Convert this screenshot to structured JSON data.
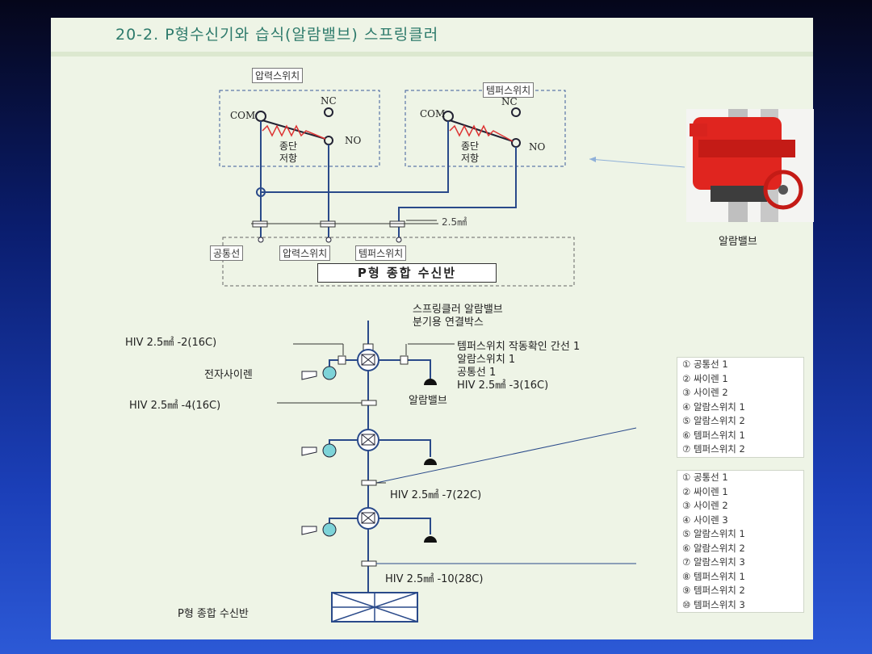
{
  "title": "20-2. P형수신기와   습식(알람밸브) 스프링클러",
  "top_diagram": {
    "pressure_switch_label": "압력스위치",
    "tamper_switch_label": "템퍼스위치",
    "com": "COM",
    "nc": "NC",
    "no": "NO",
    "end_resistor": [
      "종단",
      "저항"
    ],
    "wire_size": "2.5㎟",
    "terminals": [
      "공통선",
      "압력스위치",
      "템퍼스위치"
    ],
    "panel": "P형 종합 수신반",
    "photo_caption": "알람밸브"
  },
  "riser": {
    "junction_box": [
      "스프링클러 알람밸브",
      "분기용 연결박스"
    ],
    "cable_1": "HIV 2.5㎟ -2(16C)",
    "siren": "전자사이렌",
    "tamper_note": [
      "템퍼스위치 작동확인 간선 1",
      "알람스위치 1",
      "공통선 1"
    ],
    "cable_2": "HIV 2.5㎟ -3(16C)",
    "alarm_valve": "알람밸브",
    "cable_3": "HIV 2.5㎟ -4(16C)",
    "cable_4": "HIV 2.5㎟ -7(22C)",
    "cable_5": "HIV 2.5㎟ -10(28C)",
    "bottom_panel": "P형 종합 수신반"
  },
  "legend_1": [
    "① 공통선 1",
    "② 싸이렌 1",
    "③ 사이렌 2",
    "④ 알람스위치 1",
    "⑤ 알람스위치 2",
    "⑥ 템퍼스위치 1",
    "⑦ 템퍼스위치 2"
  ],
  "legend_2": [
    "① 공통선 1",
    "② 싸이렌 1",
    "③ 사이렌 2",
    "④ 사이렌 3",
    "⑤ 알람스위치 1",
    "⑥ 알람스위치 2",
    "⑦ 알람스위치 3",
    "⑧ 템퍼스위치 1",
    "⑨ 템퍼스위치 2",
    "⑩ 템퍼스위치 3"
  ],
  "colors": {
    "wire": "#2a4a8a",
    "resistor": "#d33",
    "siren": "#7dd3d8",
    "valve_red": "#e0251f"
  }
}
